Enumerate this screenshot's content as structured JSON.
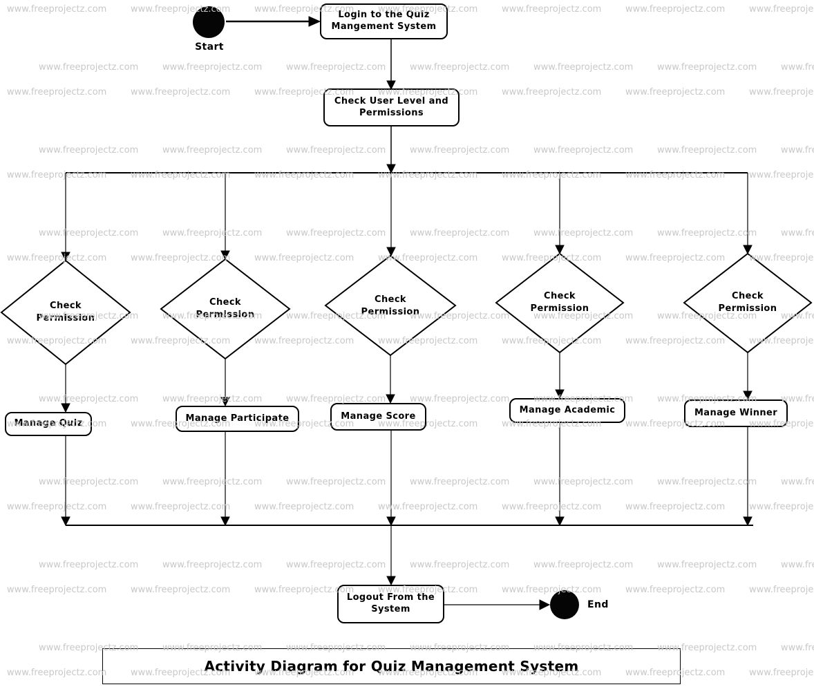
{
  "watermark": {
    "text": "www.freeprojectz.com",
    "color": "#c8c8c8"
  },
  "colors": {
    "shape_border": "#000000",
    "shape_fill": "#ffffff",
    "text": "#000000",
    "terminal_node": "#050505"
  },
  "title": "Activity Diagram for Quiz Management System",
  "start": {
    "label": "Start"
  },
  "end": {
    "label": "End"
  },
  "activities": {
    "login": "Login to the Quiz Mangement System",
    "check_user": "Check User Level and Permissions",
    "logout": "Logout From the System"
  },
  "decisions": [
    {
      "label": "Check Permission"
    },
    {
      "label": "Check Permission"
    },
    {
      "label": "Check Permission"
    },
    {
      "label": "Check Permission"
    },
    {
      "label": "Check Permission"
    }
  ],
  "actions": [
    {
      "label": "Manage Quiz"
    },
    {
      "label": "Manage Participate"
    },
    {
      "label": "Manage Score"
    },
    {
      "label": "Manage Academic"
    },
    {
      "label": "Manage Winner"
    }
  ]
}
